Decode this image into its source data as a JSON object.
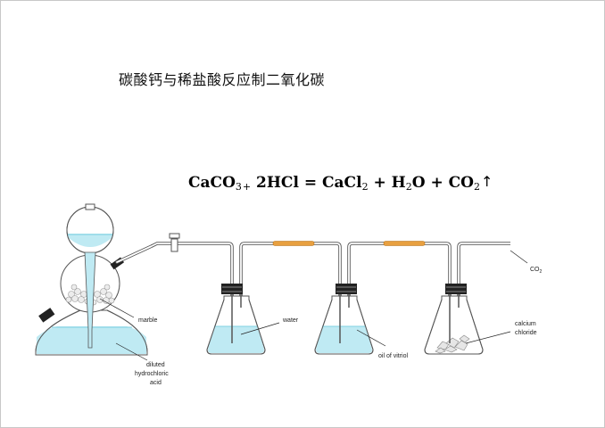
{
  "title": "碳酸钙与稀盐酸反应制二氧化碳",
  "equation": {
    "reactant1": "CaCO",
    "reactant1_sub": "3",
    "plus1": "+",
    "reactant2": "2HCl",
    "equals": "=",
    "product1": "CaCl",
    "product1_sub": "2",
    "plus2": "+",
    "product2": "H",
    "product2_sub": "2",
    "product2_tail": "O",
    "plus3": "+",
    "product3": "CO",
    "product3_sub": "2",
    "gas_arrow": "↑"
  },
  "labels": {
    "marble": "marble",
    "acid_line1": "diluted",
    "acid_line2": "hydrochloric",
    "acid_line3": "acid",
    "water": "water",
    "vitriol": "oil of vitriol",
    "cacl_line1": "calcium",
    "cacl_line2": "chloride",
    "co2": "CO",
    "co2_sub": "2"
  },
  "colors": {
    "liquid": "#bfeaf3",
    "liquid_surface": "#7fd0e0",
    "glass": "#555555",
    "rubber_tube": "#e8a040",
    "stopper": "#222222"
  }
}
